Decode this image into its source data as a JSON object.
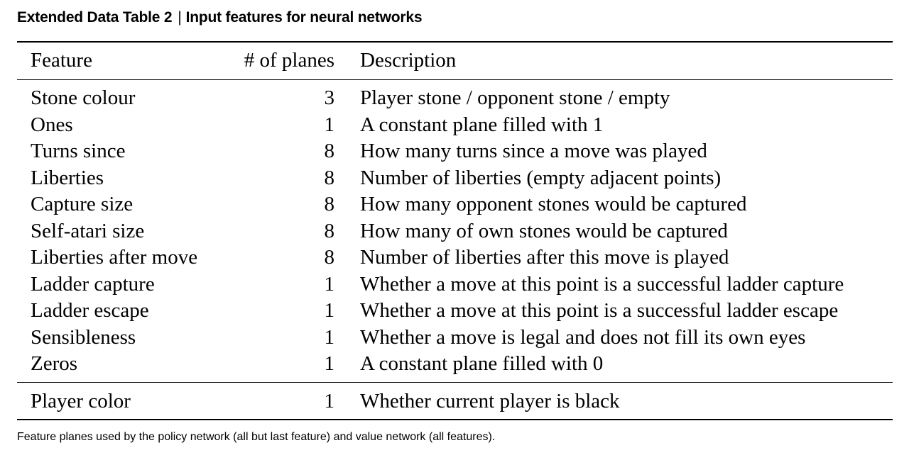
{
  "caption": {
    "label": "Extended Data Table 2",
    "separator": "|",
    "title": "Input features for neural networks"
  },
  "table": {
    "headers": {
      "feature": "Feature",
      "planes": "# of planes",
      "description": "Description"
    },
    "rows": [
      {
        "feature": "Stone colour",
        "planes": "3",
        "description": "Player stone / opponent stone / empty"
      },
      {
        "feature": "Ones",
        "planes": "1",
        "description": "A constant plane filled with 1"
      },
      {
        "feature": "Turns since",
        "planes": "8",
        "description": "How many turns since a move was played"
      },
      {
        "feature": "Liberties",
        "planes": "8",
        "description": "Number of liberties (empty adjacent points)"
      },
      {
        "feature": "Capture size",
        "planes": "8",
        "description": "How many opponent stones would be captured"
      },
      {
        "feature": "Self-atari size",
        "planes": "8",
        "description": "How many of own stones would be captured"
      },
      {
        "feature": "Liberties after move",
        "planes": "8",
        "description": "Number of liberties after this move is played"
      },
      {
        "feature": "Ladder capture",
        "planes": "1",
        "description": "Whether a move at this point is a successful ladder capture"
      },
      {
        "feature": "Ladder escape",
        "planes": "1",
        "description": "Whether a move at this point is a successful ladder escape"
      },
      {
        "feature": "Sensibleness",
        "planes": "1",
        "description": "Whether a move is legal and does not fill its own eyes"
      },
      {
        "feature": "Zeros",
        "planes": "1",
        "description": "A constant plane filled with 0"
      }
    ],
    "value_rows": [
      {
        "feature": "Player color",
        "planes": "1",
        "description": "Whether current player is black"
      }
    ]
  },
  "footnote": "Feature planes used by the policy network (all but last feature) and value network (all features)."
}
